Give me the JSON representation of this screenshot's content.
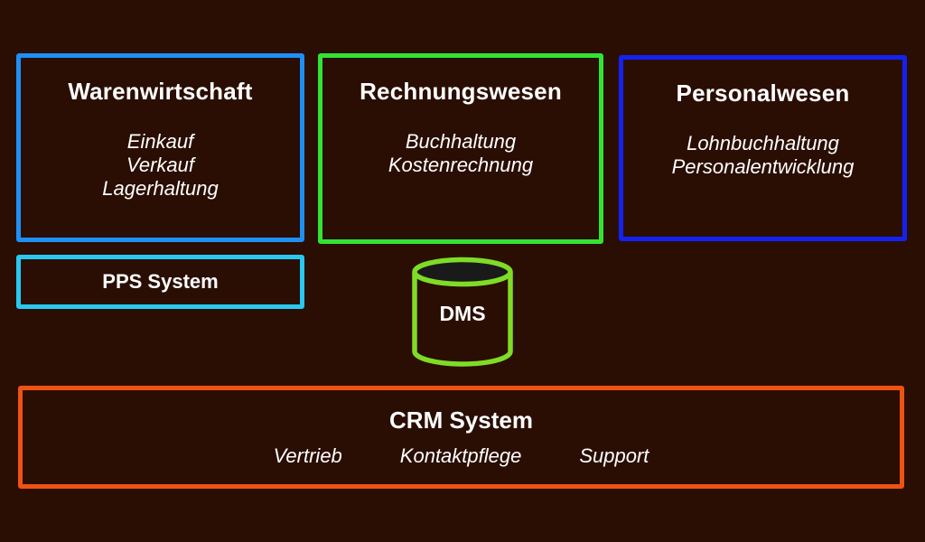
{
  "background": "#2a0e03",
  "text_color": "#ffffff",
  "modules": {
    "warenwirtschaft": {
      "title": "Warenwirtschaft",
      "items": [
        "Einkauf",
        "Verkauf",
        "Lagerhaltung"
      ],
      "border_color": "#1e90f5"
    },
    "rechnungswesen": {
      "title": "Rechnungswesen",
      "items": [
        "Buchhaltung",
        "Kostenrechnung"
      ],
      "border_color": "#33e333"
    },
    "personalwesen": {
      "title": "Personalwesen",
      "items": [
        "Lohnbuchhaltung",
        "Personalentwicklung"
      ],
      "border_color": "#1322f0"
    },
    "pps": {
      "title": "PPS System",
      "border_color": "#29c8f0"
    },
    "dms": {
      "label": "DMS",
      "border_color": "#7fdc26",
      "top_fill": "#1a1a1a"
    },
    "crm": {
      "title": "CRM System",
      "items": [
        "Vertrieb",
        "Kontaktpflege",
        "Support"
      ],
      "border_color": "#ee5311"
    }
  }
}
